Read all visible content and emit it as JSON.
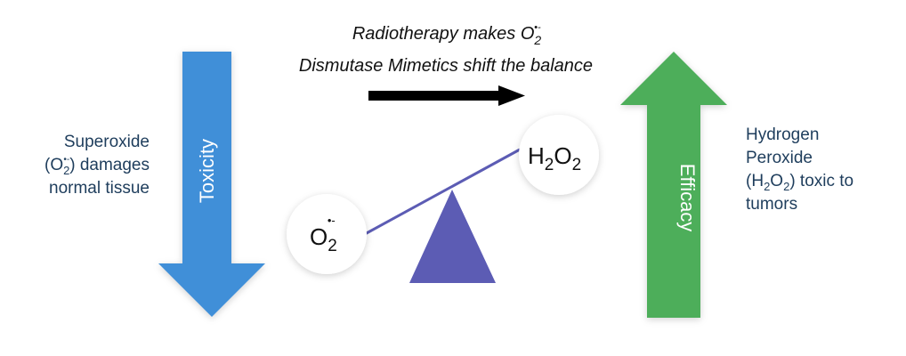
{
  "title_lines": {
    "line1": "Radiotherapy makes O",
    "line1_sub": "2",
    "line1_sup": "•-",
    "line2": "Dismutase Mimetics shift the balance"
  },
  "left_text": {
    "line1": "Superoxide",
    "line2a": "(O",
    "line2_sub": "2",
    "line2_sup": "•-",
    "line2b": ") damages",
    "line3": "normal tissue"
  },
  "right_text": {
    "line1": "Hydrogen",
    "line2": "Peroxide",
    "line3a": "(H",
    "line3_sub1": "2",
    "line3b": "O",
    "line3_sub2": "2",
    "line3c": ") toxic to",
    "line4": "tumors"
  },
  "toxicity_arrow": {
    "label": "Toxicity",
    "color": "#3f8fd8",
    "direction": "down"
  },
  "efficacy_arrow": {
    "label": "Efficacy",
    "color": "#4dae5a",
    "direction": "up"
  },
  "balance": {
    "color": "#5c5cb4",
    "left": {
      "base": "O",
      "sub": "2",
      "sup": "•-"
    },
    "right": {
      "a": "H",
      "sub1": "2",
      "b": "O",
      "sub2": "2"
    }
  },
  "shift_arrow": {
    "color": "#000000",
    "direction": "right"
  }
}
